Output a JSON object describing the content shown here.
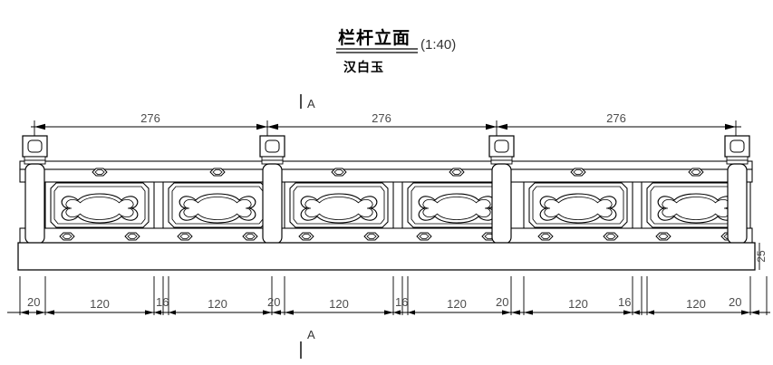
{
  "drawing": {
    "title_cn": "栏杆立面",
    "scale_label": "(1:40)",
    "material_cn": "汉白玉",
    "section_marker_top": "A",
    "section_marker_bottom": "A"
  },
  "dimensions": {
    "top_chain": [
      {
        "label": "276"
      },
      {
        "label": "276"
      },
      {
        "label": "276"
      }
    ],
    "bottom_chain": [
      {
        "label": "20"
      },
      {
        "label": "120"
      },
      {
        "label": "16"
      },
      {
        "label": "120"
      },
      {
        "label": "20"
      },
      {
        "label": "120"
      },
      {
        "label": "16"
      },
      {
        "label": "120"
      },
      {
        "label": "20"
      },
      {
        "label": "120"
      },
      {
        "label": "16"
      },
      {
        "label": "120"
      },
      {
        "label": "20"
      }
    ],
    "base_height": "25"
  },
  "colors": {
    "line": "#000000",
    "dim_text": "#4d4d4d",
    "background": "#ffffff"
  }
}
